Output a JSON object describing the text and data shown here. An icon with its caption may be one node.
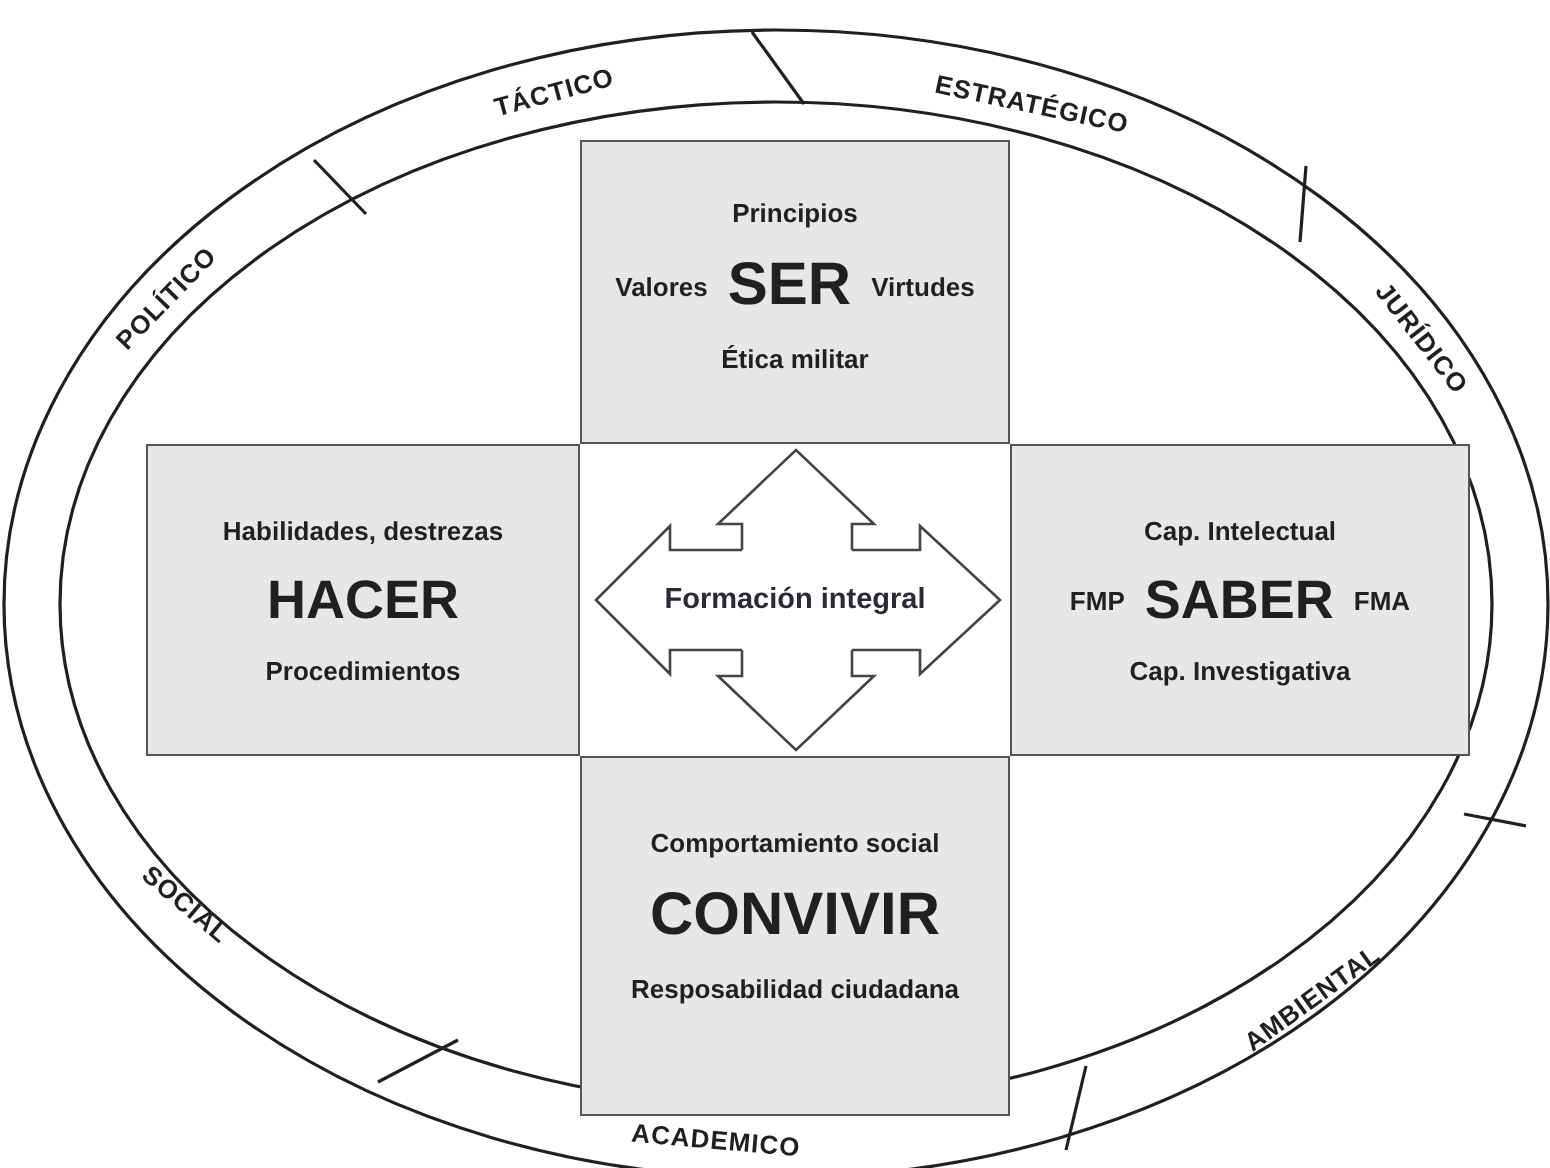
{
  "diagram": {
    "nodes": [
      {
        "text": [
          "Principios",
          "Valores",
          "SER",
          "Virtudes",
          "Ética militar"
        ]
      },
      {
        "text": [
          "Habilidades, destrezas",
          "HACER",
          "Procedimientos"
        ]
      },
      {
        "text": [
          "Formación integral"
        ]
      },
      {
        "text": [
          "Cap. Intelectual",
          "FMP",
          "SABER",
          "FMA",
          "Cap. Investigativa"
        ]
      },
      {
        "text": [
          "Comportamiento social",
          "CONVIVIR",
          "Resposabilidad ciudadana"
        ]
      },
      {
        "text": [
          "POLÍTICO"
        ]
      },
      {
        "text": [
          "TÁCTICO"
        ]
      },
      {
        "text": [
          "ESTRATÉGICO"
        ]
      },
      {
        "text": [
          "JURÍDICO"
        ]
      },
      {
        "text": [
          "SOCIAL"
        ]
      },
      {
        "text": [
          "ACADEMICO"
        ]
      },
      {
        "text": [
          "AMBIENTAL"
        ]
      }
    ],
    "edges": [
      {
        "from": 2,
        "to": 0,
        "arrow": "to"
      },
      {
        "from": 2,
        "to": 1,
        "arrow": "to"
      },
      {
        "from": 2,
        "to": 3,
        "arrow": "to"
      },
      {
        "from": 2,
        "to": 4,
        "arrow": "to"
      }
    ]
  }
}
